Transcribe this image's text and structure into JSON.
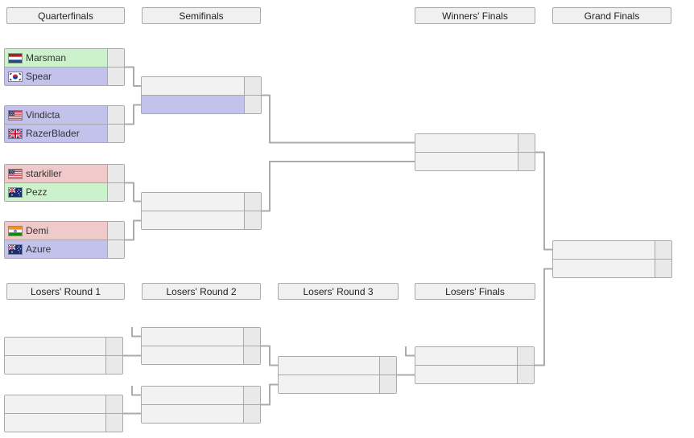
{
  "colors": {
    "winner_green": "#ccf2cc",
    "pending_lavender": "#c2c2ec",
    "eliminated_red": "#f0caca",
    "empty_slot": "#f2f2f2",
    "score_cell": "#e9e9e9",
    "border": "#a9a9a9",
    "connector": "#ababab",
    "header_bg": "#f0f0f0",
    "text": "#333333"
  },
  "headers": {
    "quarterfinals": "Quarterfinals",
    "semifinals": "Semifinals",
    "winners_finals": "Winners' Finals",
    "grand_finals": "Grand Finals",
    "losers_round_1": "Losers' Round 1",
    "losers_round_2": "Losers' Round 2",
    "losers_round_3": "Losers' Round 3",
    "losers_finals": "Losers' Finals"
  },
  "bracket": {
    "quarterfinals": [
      {
        "player1": {
          "name": "Marsman",
          "country": "Netherlands",
          "state": "won",
          "score": ""
        },
        "player2": {
          "name": "Spear",
          "country": "South Korea",
          "state": "pending",
          "score": ""
        }
      },
      {
        "player1": {
          "name": "Vindicta",
          "country": "United States",
          "state": "pending",
          "score": ""
        },
        "player2": {
          "name": "RazerBlader",
          "country": "United Kingdom",
          "state": "pending",
          "score": ""
        }
      },
      {
        "player1": {
          "name": "starkiller",
          "country": "United States",
          "state": "lost",
          "score": ""
        },
        "player2": {
          "name": "Pezz",
          "country": "Australia",
          "state": "won",
          "score": ""
        }
      },
      {
        "player1": {
          "name": "Demi",
          "country": "India",
          "state": "lost",
          "score": ""
        },
        "player2": {
          "name": "Azure",
          "country": "Australia",
          "state": "pending",
          "score": ""
        }
      }
    ],
    "semifinals": [
      {
        "player1": {
          "name": "",
          "country": null,
          "state": "empty",
          "score": ""
        },
        "player2": {
          "name": "",
          "country": null,
          "state": "pending",
          "score": ""
        }
      },
      {
        "player1": {
          "name": "",
          "country": null,
          "state": "empty",
          "score": ""
        },
        "player2": {
          "name": "",
          "country": null,
          "state": "empty",
          "score": ""
        }
      }
    ],
    "winners_finals": {
      "player1": {
        "name": "",
        "country": null,
        "state": "empty",
        "score": ""
      },
      "player2": {
        "name": "",
        "country": null,
        "state": "empty",
        "score": ""
      }
    },
    "grand_finals": {
      "player1": {
        "name": "",
        "country": null,
        "state": "empty",
        "score": ""
      },
      "player2": {
        "name": "",
        "country": null,
        "state": "empty",
        "score": ""
      }
    },
    "losers_round_1": [
      {
        "player1": {
          "name": "",
          "country": null,
          "state": "empty",
          "score": ""
        },
        "player2": {
          "name": "",
          "country": null,
          "state": "empty",
          "score": ""
        }
      },
      {
        "player1": {
          "name": "",
          "country": null,
          "state": "empty",
          "score": ""
        },
        "player2": {
          "name": "",
          "country": null,
          "state": "empty",
          "score": ""
        }
      }
    ],
    "losers_round_2": [
      {
        "player1": {
          "name": "",
          "country": null,
          "state": "empty",
          "score": ""
        },
        "player2": {
          "name": "",
          "country": null,
          "state": "empty",
          "score": ""
        }
      },
      {
        "player1": {
          "name": "",
          "country": null,
          "state": "empty",
          "score": ""
        },
        "player2": {
          "name": "",
          "country": null,
          "state": "empty",
          "score": ""
        }
      }
    ],
    "losers_round_3": {
      "player1": {
        "name": "",
        "country": null,
        "state": "empty",
        "score": ""
      },
      "player2": {
        "name": "",
        "country": null,
        "state": "empty",
        "score": ""
      }
    },
    "losers_finals": {
      "player1": {
        "name": "",
        "country": null,
        "state": "empty",
        "score": ""
      },
      "player2": {
        "name": "",
        "country": null,
        "state": "empty",
        "score": ""
      }
    }
  }
}
